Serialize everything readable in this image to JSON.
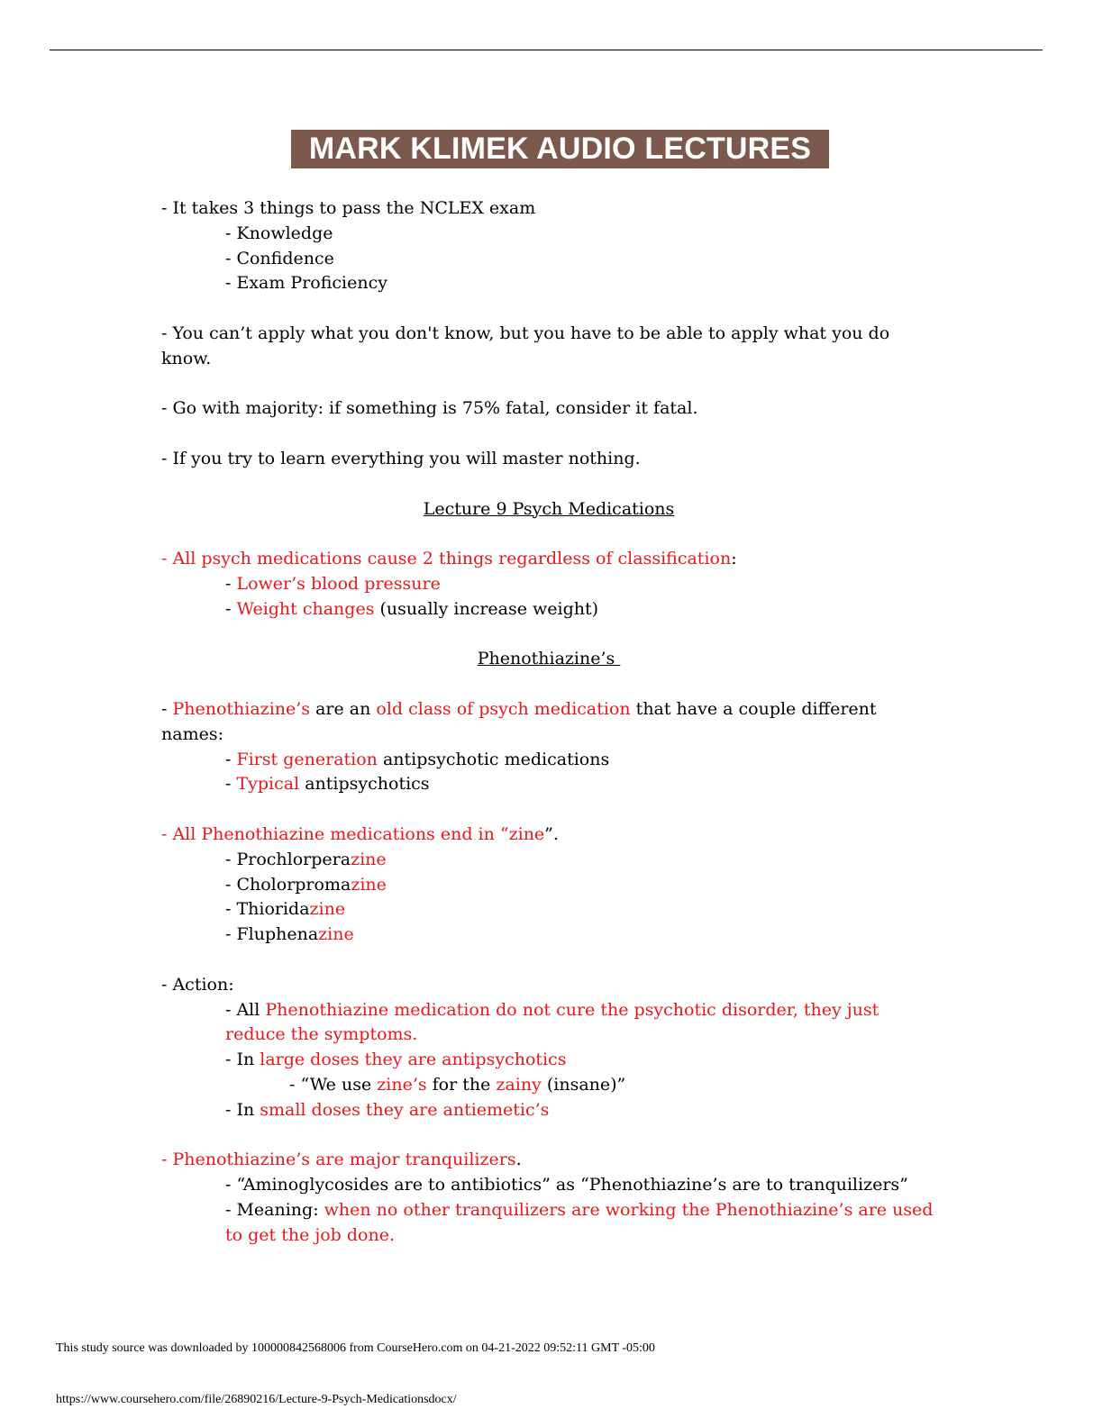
{
  "banner": {
    "title": "MARK KLIMEK AUDIO LECTURES"
  },
  "intro": {
    "line1": "- It takes 3 things to pass the NCLEX exam",
    "things": [
      "- Knowledge",
      "- Confidence",
      "- Exam Proficiency"
    ],
    "line2": "- You can’t apply what you don't know, but you have to be able to apply what you do know.",
    "line3": "- Go with majority: if something is 75% fatal, consider it fatal.",
    "line4": "- If you try to learn everything you will master nothing."
  },
  "lecture": {
    "heading": "Lecture 9 Psych Medications",
    "all_psych": {
      "dash": "- ",
      "red": "All psych medications cause 2 things regardless of classification",
      "tail": ":"
    },
    "bp": {
      "dash": "- ",
      "red": "Lower’s blood pressure"
    },
    "weight": {
      "dash": "- ",
      "red": "Weight changes",
      "tail": " (usually increase weight)"
    }
  },
  "pheno": {
    "heading": "Phenothiazine’s ",
    "intro": {
      "dash": "- ",
      "red1": "Phenothiazine’s",
      "mid": " are an ",
      "red2": "old class of psych medication",
      "tail": " that have a couple different names:"
    },
    "first_gen": {
      "dash": "- ",
      "red": "First generation",
      "tail": " antipsychotic medications"
    },
    "typical": {
      "dash": "- ",
      "red": "Typical",
      "tail": " antipsychotics"
    },
    "end_zine": {
      "red1": "- All Phenothiazine medications end in ",
      "red2": "“zine",
      "tail": "”."
    },
    "drugs": [
      {
        "stem": "- Prochlorpera",
        "suffix": "zine"
      },
      {
        "stem": "- Cholorproma",
        "suffix": "zine"
      },
      {
        "stem": "- Thiorida",
        "suffix": "zine"
      },
      {
        "stem": "- Fluphena",
        "suffix": "zine"
      }
    ],
    "action": {
      "label": "- Action:",
      "no_cure": {
        "pre": "- All ",
        "red": "Phenothiazine medication do not cure the psychotic disorder, they just reduce the symptoms."
      },
      "large": {
        "pre": "- In ",
        "red": "large doses they are antipsychotics"
      },
      "zany": {
        "pre": "- “We use ",
        "red1": "zine’s",
        "mid": " for the ",
        "red2": "zainy",
        "tail": " (insane)”"
      },
      "small": {
        "pre": "- In ",
        "red": "small doses they are antiemetic’s"
      }
    },
    "major": {
      "line": {
        "dash": "- ",
        "red": "Phenothiazine’s are major tranquilizers",
        "tail": "."
      },
      "analogy": "- “Aminoglycosides are to antibiotics” as “Phenothiazine’s are to tranquilizers”",
      "meaning": {
        "pre": "- Meaning: ",
        "red": "when no other tranquilizers are working the Phenothiazine’s are used to get the job done."
      }
    }
  },
  "footer": {
    "source": "This study source was downloaded by 100000842568006 from CourseHero.com on 04-21-2022 09:52:11 GMT -05:00",
    "url": "https://www.coursehero.com/file/26890216/Lecture-9-Psych-Medicationsdocx/"
  }
}
